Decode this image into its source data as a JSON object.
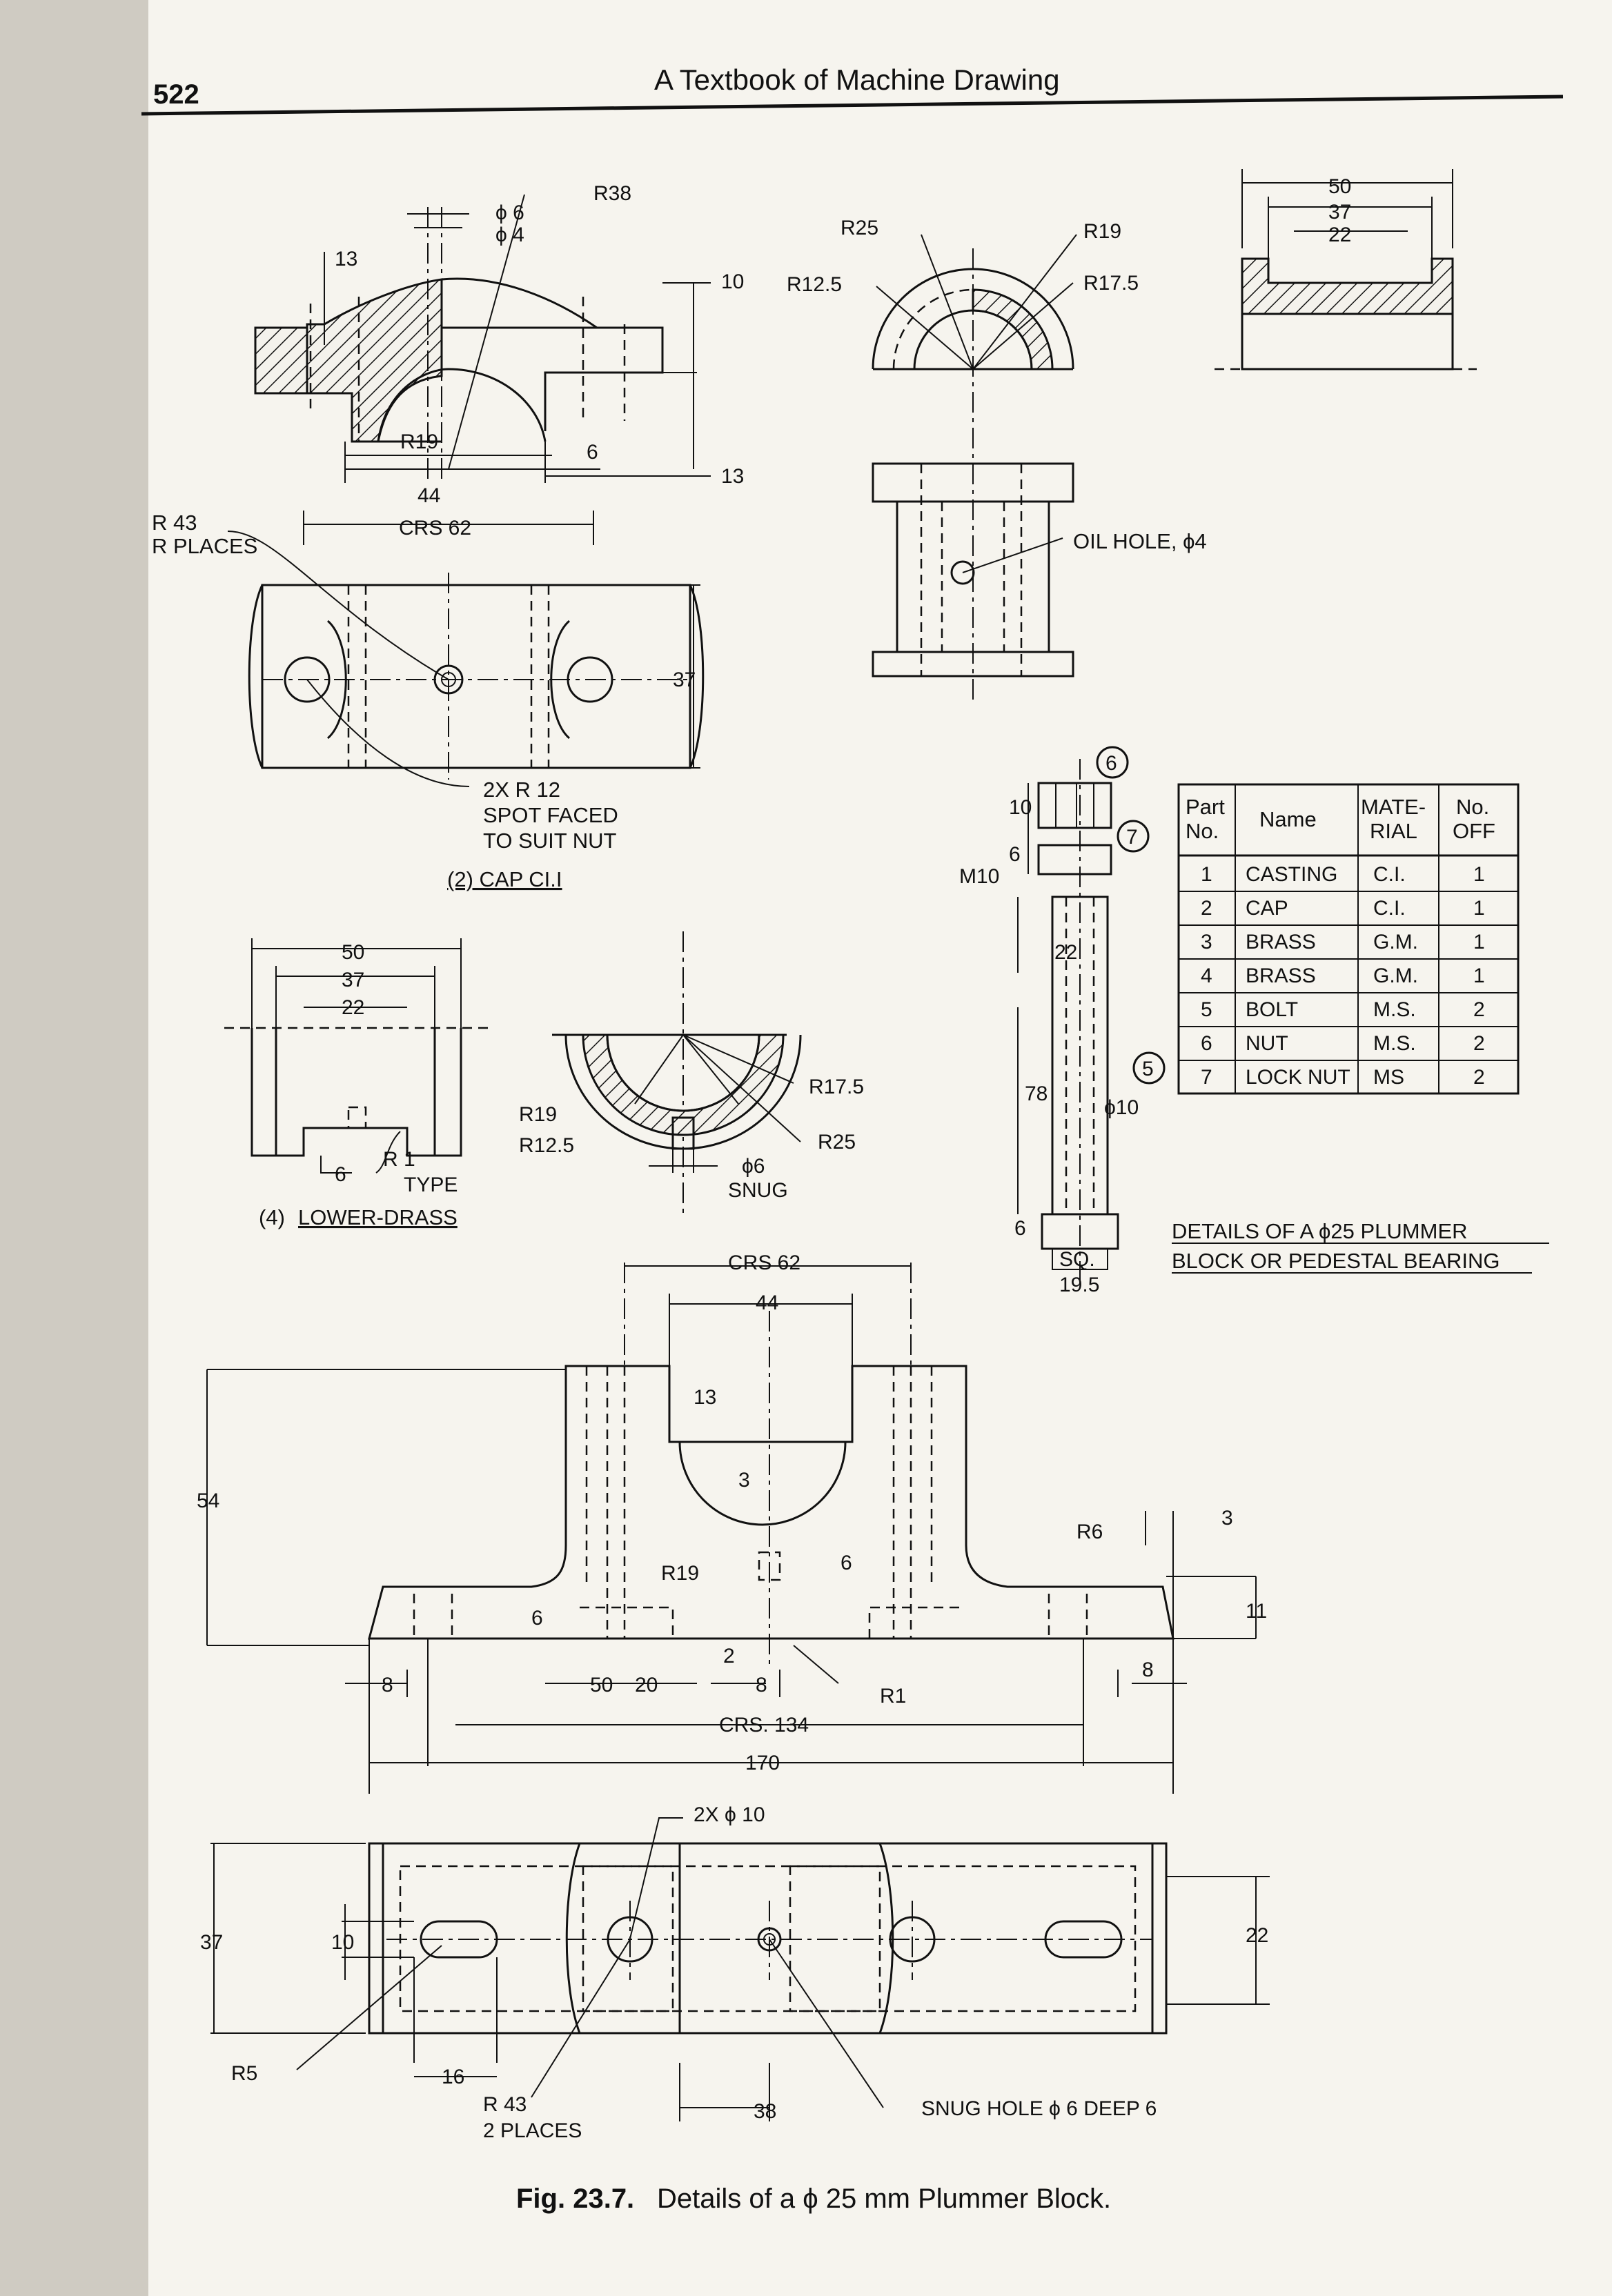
{
  "header": {
    "page_number": "522",
    "title": "A Textbook of Machine Drawing"
  },
  "cap_view": {
    "dims": {
      "d6": "ϕ 6",
      "d4": "ϕ 4",
      "r38": "R38",
      "n13a": "13",
      "n10": "10",
      "r19": "R19",
      "n6": "6",
      "n44": "44",
      "n13b": "13",
      "crs62": "CRS 62",
      "n37": "37"
    },
    "r43_line1": "R 43",
    "r43_line2": "R PLACES",
    "note_line1": "2X R 12",
    "note_line2": "SPOT FACED",
    "note_line3": "TO SUIT NUT",
    "caption": "(2) CAP CI.I"
  },
  "upper_brass": {
    "r25": "R25",
    "r19": "R19",
    "r125": "R12.5",
    "r175": "R17.5",
    "oil_hole": "OIL HOLE, ϕ4"
  },
  "brass_section": {
    "n50": "50",
    "n37": "37",
    "n22": "22"
  },
  "bolt": {
    "n10": "10",
    "n6a": "6",
    "m10": "M10",
    "n22": "22",
    "n78": "78",
    "phi10": "ϕ10",
    "n6b": "6",
    "sq": "SQ.",
    "n195": "19.5",
    "b6": "6",
    "b7": "7",
    "b5": "5"
  },
  "parts_table": {
    "headers": {
      "part1": "Part",
      "part2": "No.",
      "name": "Name",
      "mat1": "MATE-",
      "mat2": "RIAL",
      "no1": "No.",
      "no2": "OFF"
    },
    "rows": [
      {
        "no": "1",
        "name": "CASTING",
        "mat": "C.I.",
        "off": "1"
      },
      {
        "no": "2",
        "name": "CAP",
        "mat": "C.I.",
        "off": "1"
      },
      {
        "no": "3",
        "name": "BRASS",
        "mat": "G.M.",
        "off": "1"
      },
      {
        "no": "4",
        "name": "BRASS",
        "mat": "G.M.",
        "off": "1"
      },
      {
        "no": "5",
        "name": "BOLT",
        "mat": "M.S.",
        "off": "2"
      },
      {
        "no": "6",
        "name": "NUT",
        "mat": "M.S.",
        "off": "2"
      },
      {
        "no": "7",
        "name": "LOCK NUT",
        "mat": "MS",
        "off": "2"
      }
    ]
  },
  "details_title": {
    "line1": "DETAILS OF A ϕ25 PLUMMER",
    "line2": "BLOCK OR PEDESTAL BEARING"
  },
  "lower_brass": {
    "n50": "50",
    "n37": "37",
    "n22": "22",
    "r1": "R 1",
    "n6": "6",
    "type": "TYPE",
    "caption_num": "(4)",
    "caption": "LOWER-DRASS",
    "r19": "R19",
    "r125": "R12.5",
    "r175": "R17.5",
    "r25": "R25",
    "phi6": "ϕ6",
    "snug": "SNUG"
  },
  "casting_front": {
    "crs62": "CRS 62",
    "n44": "44",
    "n13": "13",
    "n3a": "3",
    "n54": "54",
    "r6": "R6",
    "n3b": "3",
    "r19": "R19",
    "n6a": "6",
    "n11": "11",
    "n6b": "6",
    "n2": "2",
    "n8a": "8",
    "n50": "50",
    "n20": "20",
    "n8b": "8",
    "r1": "R1",
    "n8c": "8",
    "crs134": "CRS. 134",
    "n170": "170"
  },
  "casting_top": {
    "holes": "2X ϕ 10",
    "n37": "37",
    "n10": "10",
    "n22": "22",
    "r5": "R5",
    "n16": "16",
    "r43a": "R 43",
    "r43b": "2 PLACES",
    "n38": "38",
    "snug_hole": "SNUG HOLE ϕ 6 DEEP 6"
  },
  "figure_caption": {
    "label": "Fig. 23.7.",
    "text": "Details of a ϕ 25 mm Plummer Block."
  }
}
